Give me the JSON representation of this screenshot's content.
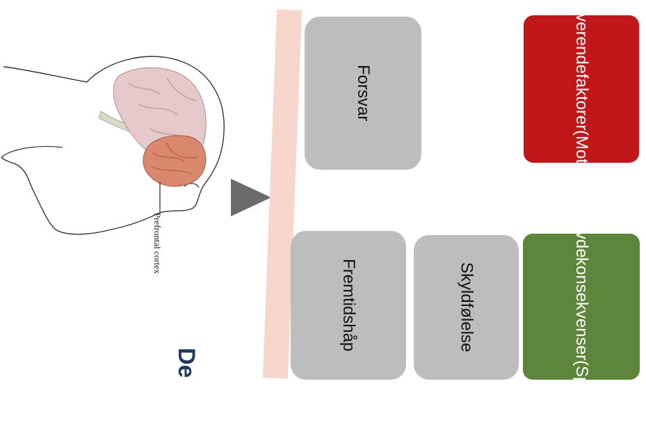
{
  "brain_label": "Prefrontal cortex",
  "boxes": {
    "forsvar": "Forsvar",
    "fremtidshap": "Fremtidshåp",
    "skyldfolelse": "Skyldfølelse",
    "motiverende": [
      "Motiverende",
      "faktorer",
      "(Motiver)"
    ],
    "opplevde": [
      "Opplevde",
      "konsekvenser",
      "(Sperrer)"
    ]
  },
  "title_fragment": "De",
  "colors": {
    "motivation": "#c0171b",
    "consequences": "#5d853b",
    "neutral": "#bdbdbd",
    "bar": "#f7d6ce",
    "arrow": "#6b6b6b"
  }
}
